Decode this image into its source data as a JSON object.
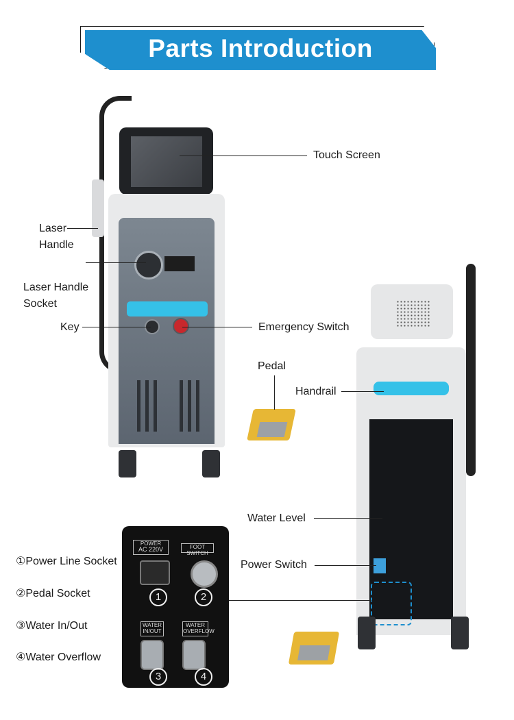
{
  "banner": {
    "title": "Parts Introduction"
  },
  "labels": {
    "touch_screen": "Touch Screen",
    "laser_handle_1": "Laser",
    "laser_handle_2": "Handle",
    "laser_handle_socket_1": "Laser Handle",
    "laser_handle_socket_2": "Socket",
    "key": "Key",
    "emergency_switch": "Emergency Switch",
    "pedal": "Pedal",
    "handrail": "Handrail",
    "water_level": "Water Level",
    "power_switch": "Power Switch"
  },
  "sockets": {
    "power_line": "①Power Line Socket",
    "pedal_socket": "②Pedal Socket",
    "water_in_out": "③Water In/Out",
    "water_overflow": "④Water Overflow"
  },
  "inset": {
    "power_tag_1": "POWER",
    "power_tag_2": "AC 220V",
    "foot_tag": "FOOT SWITCH",
    "water_tag_1": "WATER",
    "water_tag_2": "IN/OUT",
    "overflow_tag_1": "WATER",
    "overflow_tag_2": "OVERFLOW",
    "n1": "1",
    "n2": "2",
    "n3": "3",
    "n4": "4"
  },
  "colors": {
    "banner_blue": "#1e8fce",
    "accent_cyan": "#35c1e8",
    "pedal_yellow": "#e7b735"
  }
}
